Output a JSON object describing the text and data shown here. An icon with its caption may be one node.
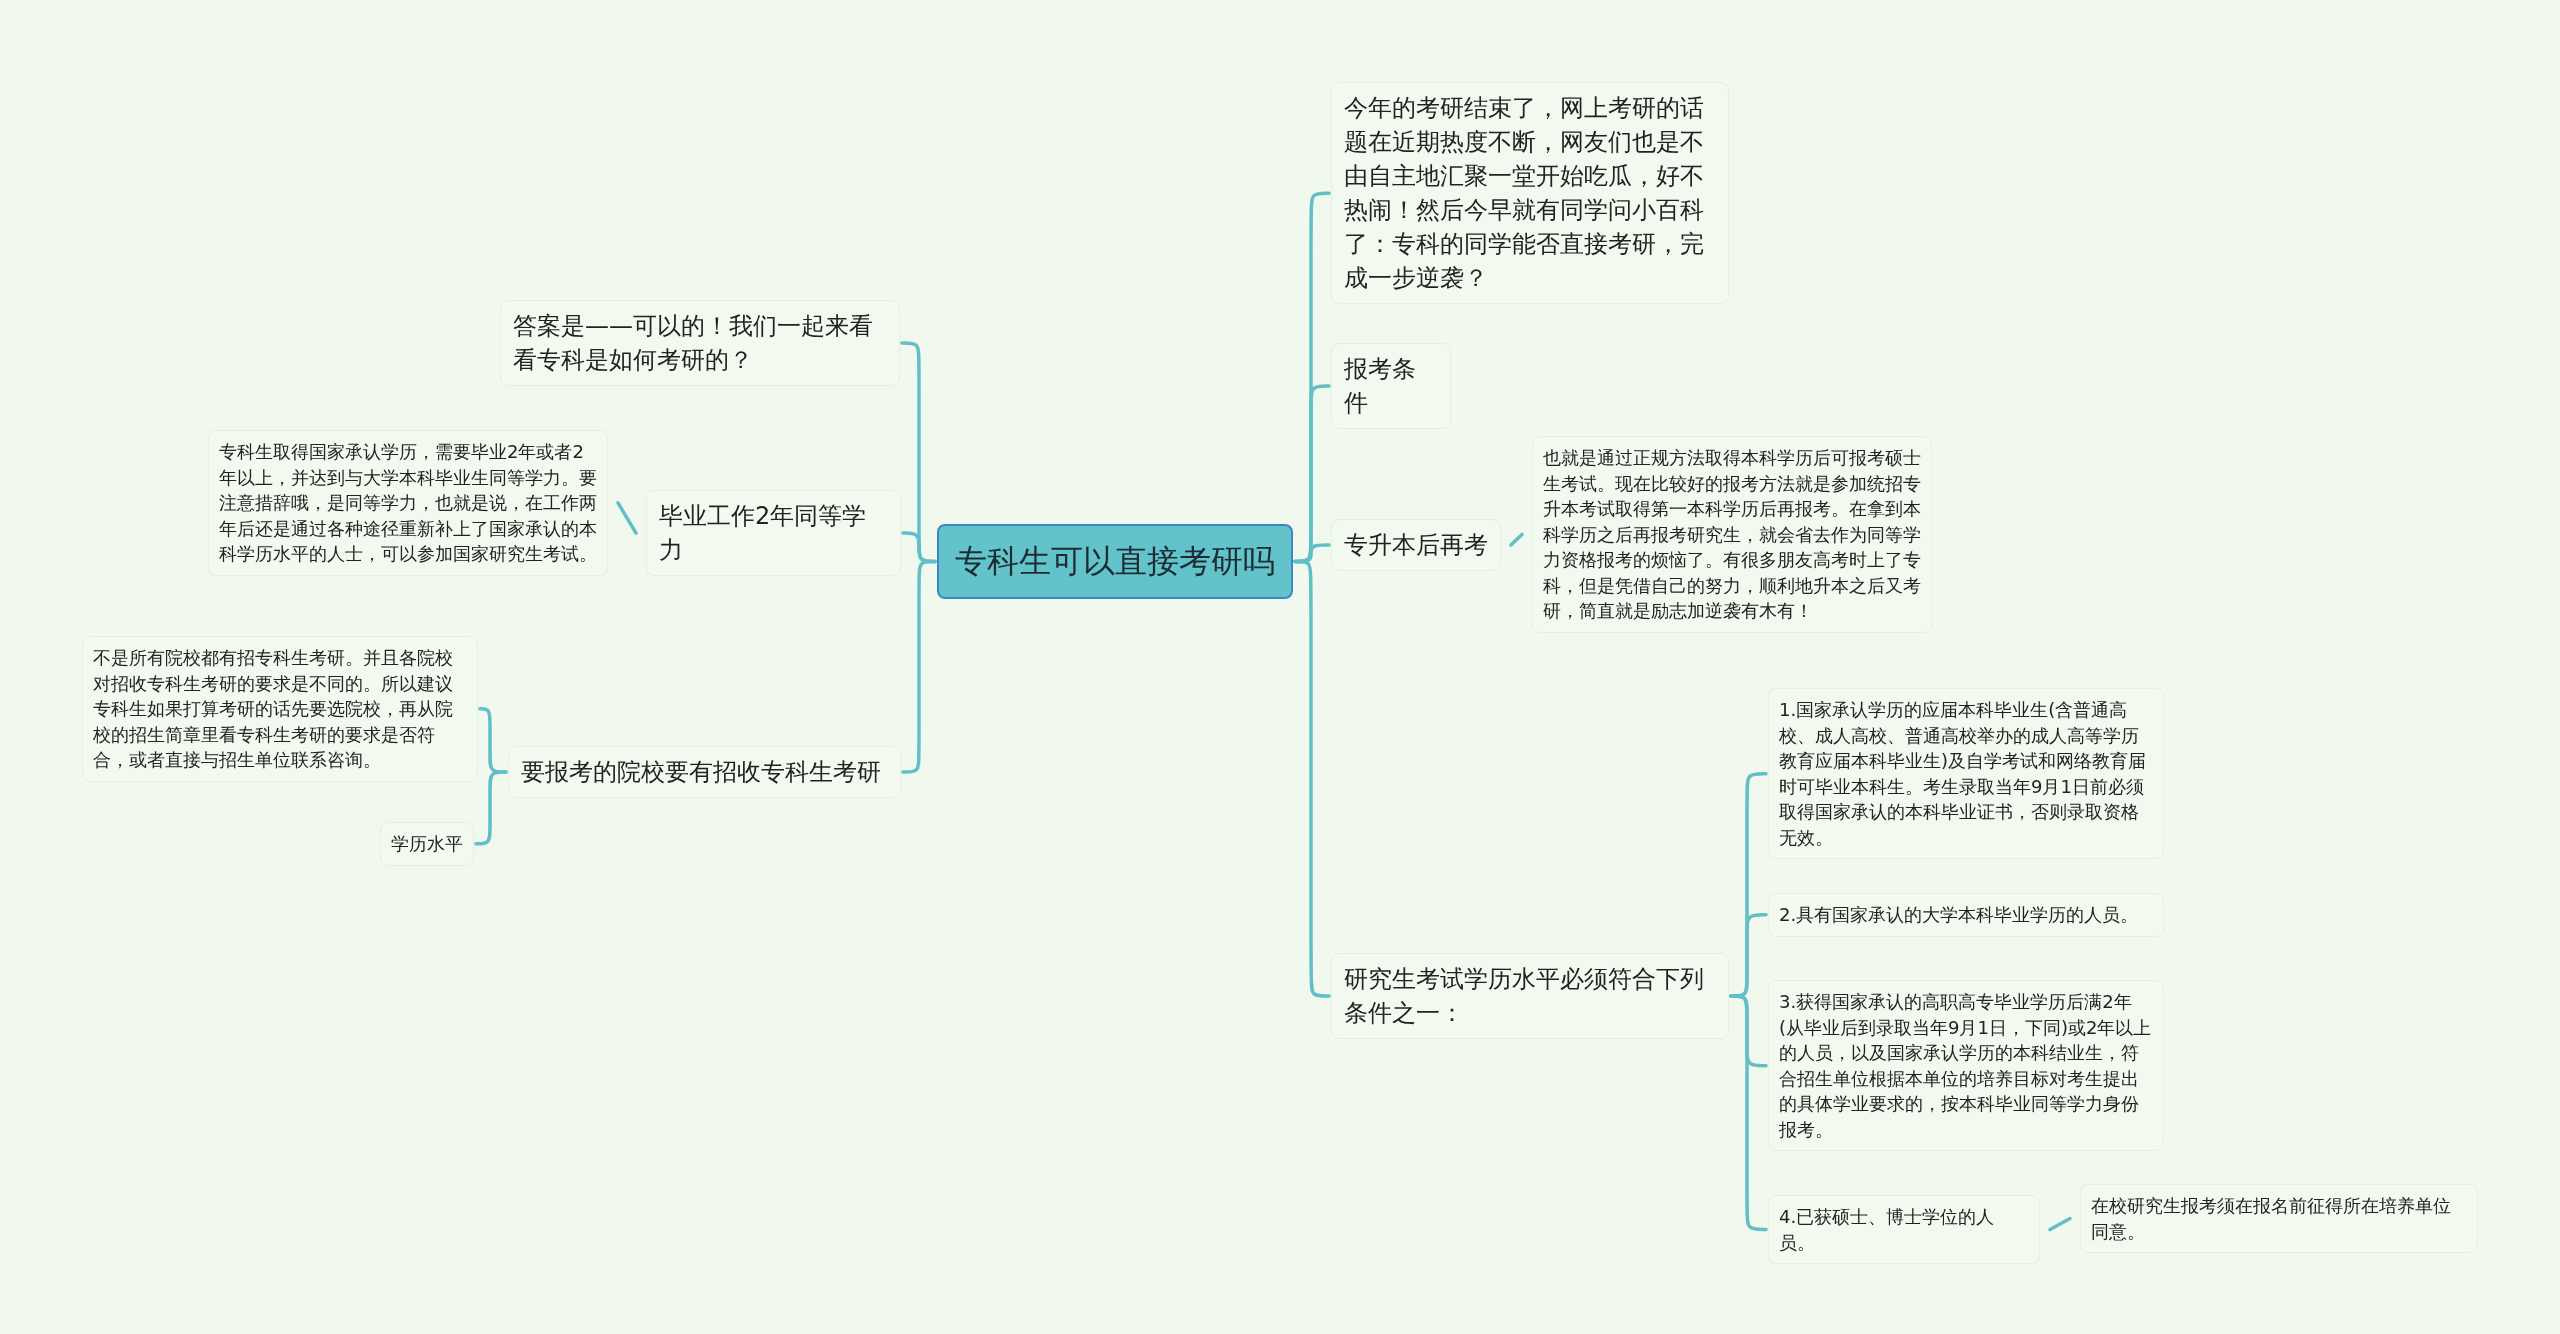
{
  "diagram": {
    "nodes": [
      {
        "text": [
          "专科生可以直接考研吗"
        ]
      },
      {
        "text": [
          "答案是——可以的！我们一起来看看专科是如何考研的？"
        ]
      },
      {
        "text": [
          "毕业工作2年同等学力"
        ]
      },
      {
        "text": [
          "专科生取得国家承认学历，需要毕业2年或者2年以上，并达到与大学本科毕业生同等学力。要注意措辞哦，是同等学力，也就是说，在工作两年后还是通过各种途径重新补上了国家承认的本科学历水平的人士，可以参加国家研究生考试。"
        ]
      },
      {
        "text": [
          "要报考的院校要有招收专科生考研"
        ]
      },
      {
        "text": [
          "不是所有院校都有招专科生考研。并且各院校对招收专科生考研的要求是不同的。所以建议专科生如果打算考研的话先要选院校，再从院校的招生简章里看专科生考研的要求是否符合，或者直接与招生单位联系咨询。"
        ]
      },
      {
        "text": [
          "学历水平"
        ]
      },
      {
        "text": [
          "今年的考研结束了，网上考研的话题在近期热度不断，网友们也是不由自主地汇聚一堂开始吃瓜，好不热闹！然后今早就有同学问小百科了：专科的同学能否直接考研，完成一步逆袭？"
        ]
      },
      {
        "text": [
          "报考条件"
        ]
      },
      {
        "text": [
          "专升本后再考"
        ]
      },
      {
        "text": [
          "也就是通过正规方法取得本科学历后可报考硕士生考试。现在比较好的报考方法就是参加统招专升本考试取得第一本科学历后再报考。在拿到本科学历之后再报考研究生，就会省去作为同等学力资格报考的烦恼了。有很多朋友高考时上了专科，但是凭借自己的努力，顺利地升本之后又考研，简直就是励志加逆袭有木有！"
        ]
      },
      {
        "text": [
          "研究生考试学历水平必须符合下列条件之一："
        ]
      },
      {
        "text": [
          "1.国家承认学历的应届本科毕业生(含普通高校、成人高校、普通高校举办的成人高等学历教育应届本科毕业生)及自学考试和网络教育届时可毕业本科生。考生录取当年9月1日前必须取得国家承认的本科毕业证书，否则录取资格无效。"
        ]
      },
      {
        "text": [
          "2.具有国家承认的大学本科毕业学历的人员。"
        ]
      },
      {
        "text": [
          "3.获得国家承认的高职高专毕业学历后满2年(从毕业后到录取当年9月1日，下同)或2年以上的人员，以及国家承认学历的本科结业生，符合招生单位根据本单位的培养目标对考生提出的具体学业要求的，按本科毕业同等学力身份报考。"
        ]
      },
      {
        "text": [
          "4.已获硕士、博士学位的人员。"
        ]
      },
      {
        "text": [
          "在校研究生报考须在报名前征得所在培养单位同意。"
        ]
      }
    ],
    "edges": [
      {
        "from": 0,
        "to": 1,
        "arrow": "none"
      },
      {
        "from": 0,
        "to": 2,
        "arrow": "none"
      },
      {
        "from": 2,
        "to": 3,
        "arrow": "none"
      },
      {
        "from": 0,
        "to": 4,
        "arrow": "none"
      },
      {
        "from": 4,
        "to": 5,
        "arrow": "none"
      },
      {
        "from": 4,
        "to": 6,
        "arrow": "none"
      },
      {
        "from": 0,
        "to": 7,
        "arrow": "none"
      },
      {
        "from": 0,
        "to": 8,
        "arrow": "none"
      },
      {
        "from": 0,
        "to": 9,
        "arrow": "none"
      },
      {
        "from": 9,
        "to": 10,
        "arrow": "none"
      },
      {
        "from": 0,
        "to": 11,
        "arrow": "none"
      },
      {
        "from": 11,
        "to": 12,
        "arrow": "none"
      },
      {
        "from": 11,
        "to": 13,
        "arrow": "none"
      },
      {
        "from": 11,
        "to": 14,
        "arrow": "none"
      },
      {
        "from": 11,
        "to": 15,
        "arrow": "none"
      },
      {
        "from": 15,
        "to": 16,
        "arrow": "none"
      }
    ]
  }
}
